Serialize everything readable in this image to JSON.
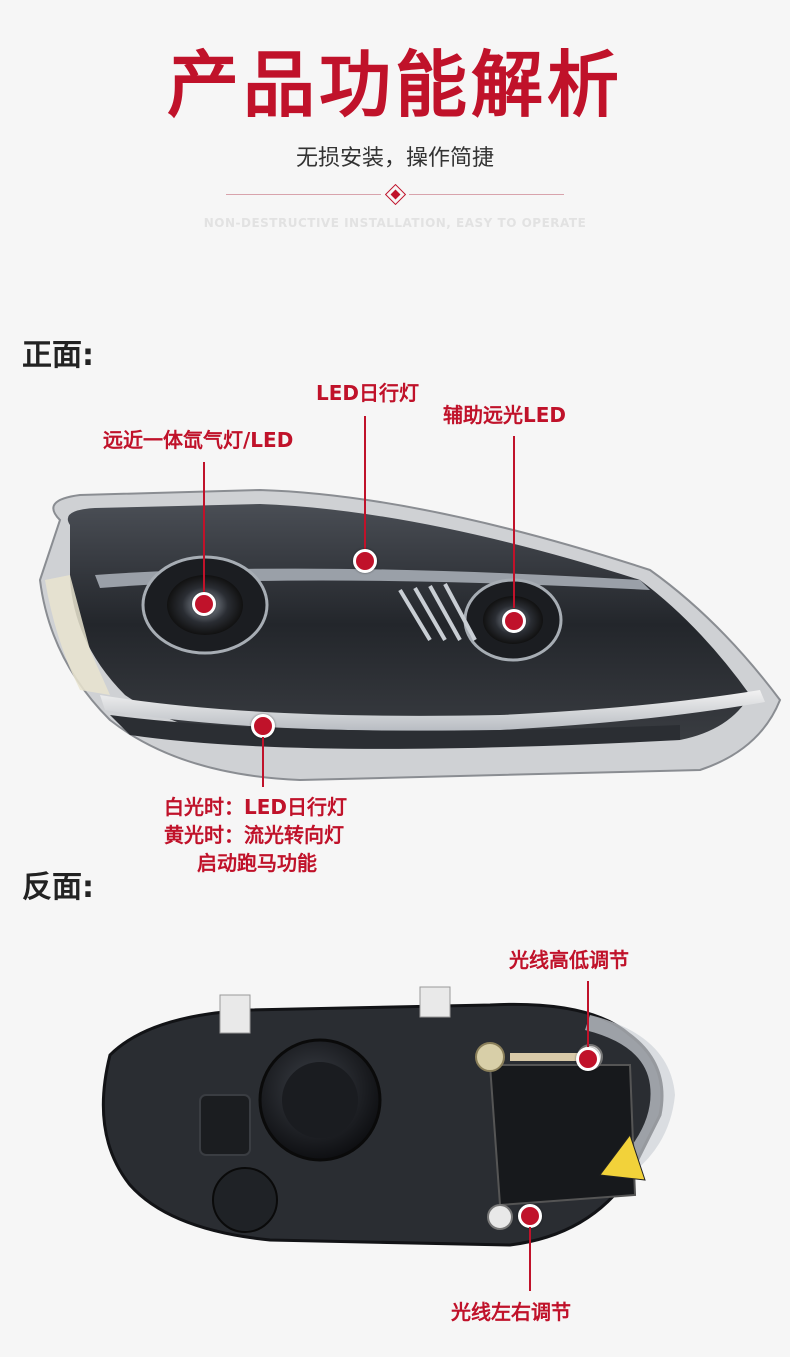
{
  "header": {
    "title": "产品功能解析",
    "subtitle": "无损安装，操作简捷",
    "subtitle_en": "NON-DESTRUCTIVE INSTALLATION, EASY TO OPERATE"
  },
  "front": {
    "section_label": "正面:",
    "callouts": {
      "drl": "LED日行灯",
      "bixenon": "远近一体氙气灯/LED",
      "aux_high": "辅助远光LED",
      "strip_line1": "白光时：LED日行灯",
      "strip_line2": "黄光时：流光转向灯",
      "strip_line3": "启动跑马功能"
    }
  },
  "back": {
    "section_label": "反面:",
    "callouts": {
      "vertical_adjust": "光线高低调节",
      "horizontal_adjust": "光线左右调节"
    }
  },
  "colors": {
    "accent": "#c0122a",
    "title_text": "#222222",
    "background": "#f6f6f6"
  }
}
